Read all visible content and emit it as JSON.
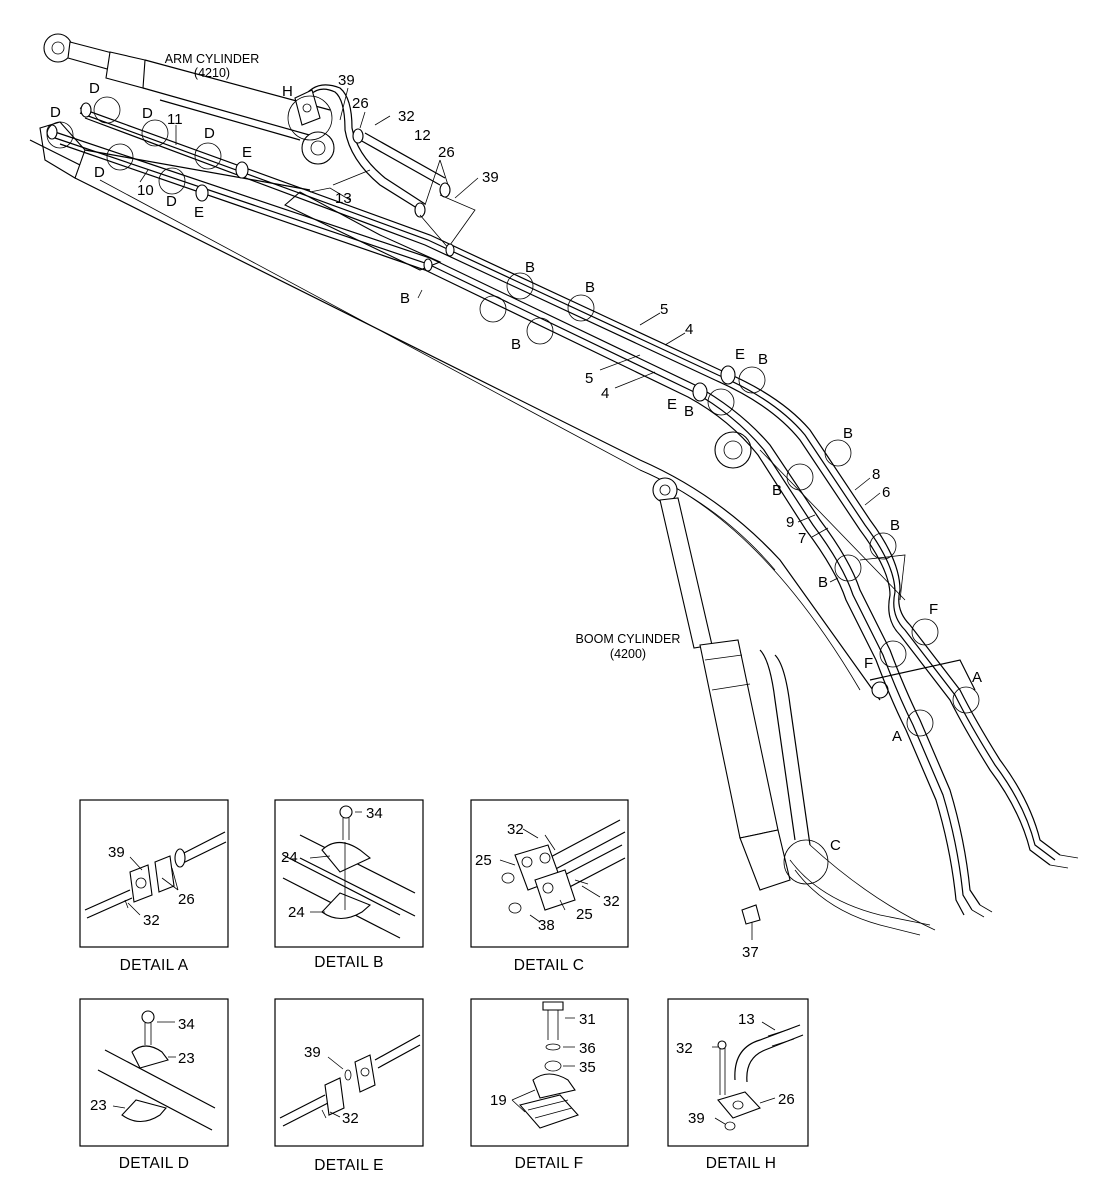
{
  "cylinders": {
    "arm": {
      "name": "ARM CYLINDER",
      "code": "(4210)"
    },
    "boom": {
      "name": "BOOM CYLINDER",
      "code": "(4200)"
    }
  },
  "callouts": {
    "D1": "D",
    "D2": "D",
    "D3": "D",
    "D4": "D",
    "D5": "D",
    "D6": "D",
    "E1": "E",
    "E2": "E",
    "E3": "E",
    "E4": "E",
    "B1": "B",
    "B2": "B",
    "B3": "B",
    "B4": "B",
    "B5": "B",
    "B6": "B",
    "B7": "B",
    "B8": "B",
    "B9": "B",
    "B10": "B",
    "F1": "F",
    "F2": "F",
    "A1": "A",
    "A2": "A",
    "C1": "C",
    "H1": "H"
  },
  "parts": {
    "p39a": "39",
    "p26a": "26",
    "p32a": "32",
    "p12": "12",
    "p26b": "26",
    "p39b": "39",
    "p13": "13",
    "p11": "11",
    "p10": "10",
    "p5a": "5",
    "p4a": "4",
    "p5b": "5",
    "p4b": "4",
    "p8": "8",
    "p6": "6",
    "p9": "9",
    "p7": "7",
    "p37": "37"
  },
  "details": [
    {
      "caption": "DETAIL  A",
      "labels": [
        "39",
        "26",
        "32"
      ]
    },
    {
      "caption": "DETAIL  B",
      "labels": [
        "34",
        "24",
        "24"
      ]
    },
    {
      "caption": "DETAIL  C",
      "labels": [
        "32",
        "25",
        "38",
        "25",
        "32"
      ]
    },
    {
      "caption": "DETAIL  D",
      "labels": [
        "34",
        "23",
        "23"
      ]
    },
    {
      "caption": "DETAIL  E",
      "labels": [
        "39",
        "32"
      ]
    },
    {
      "caption": "DETAIL  F",
      "labels": [
        "31",
        "36",
        "35",
        "19"
      ]
    },
    {
      "caption": "DETAIL  H",
      "labels": [
        "13",
        "32",
        "26",
        "39"
      ]
    }
  ]
}
